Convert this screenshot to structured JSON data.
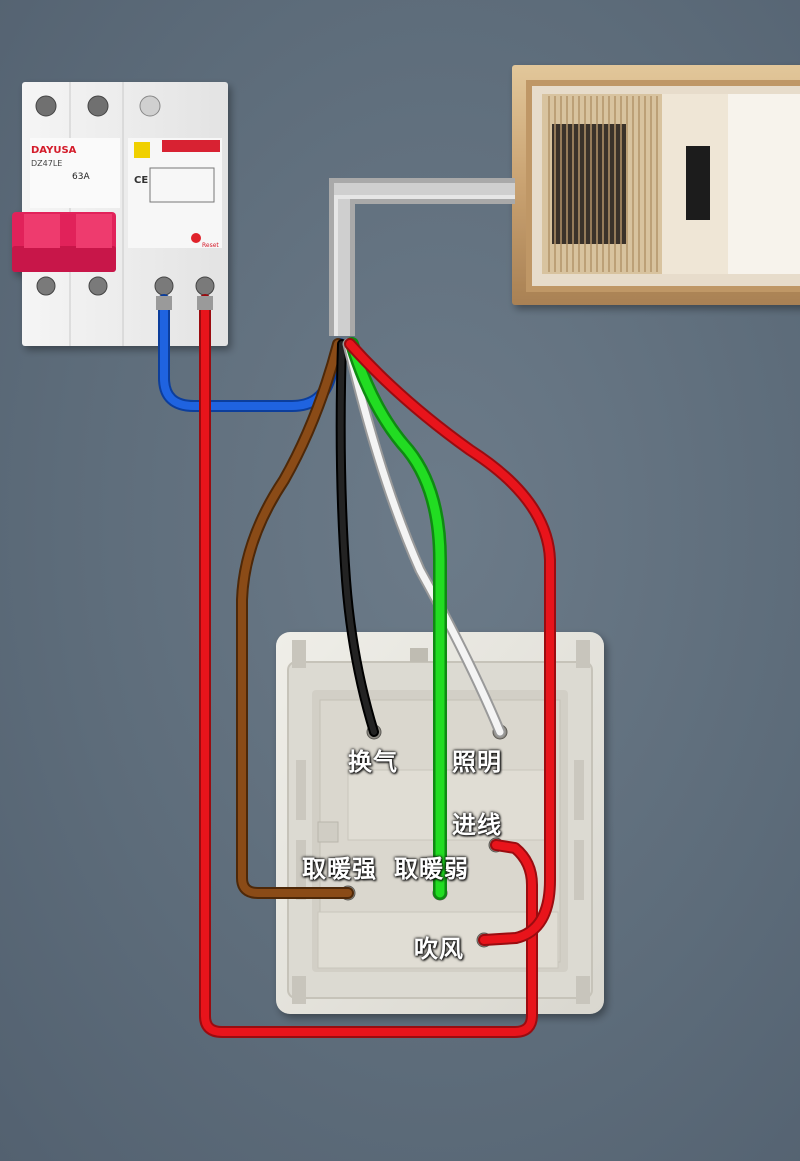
{
  "breaker": {
    "brand": "DAYUSA",
    "model": "DZ47LE",
    "rating": "63A",
    "mark": "CE",
    "reset": "Reset"
  },
  "switch_labels": {
    "ventilation": "换气",
    "lighting": "照明",
    "incoming": "进线",
    "heat_strong": "取暖强",
    "heat_weak": "取暖弱",
    "blow": "吹风"
  },
  "wire_colors": {
    "blue": "#1f63e0",
    "red": "#e8141b",
    "brown": "#8a4b17",
    "black": "#141414",
    "white": "#f4f4f4",
    "green": "#22dc22"
  },
  "icons": {
    "heater": "bathroom-heater-icon",
    "breaker": "circuit-breaker-icon",
    "conduit": "wire-conduit-icon"
  }
}
